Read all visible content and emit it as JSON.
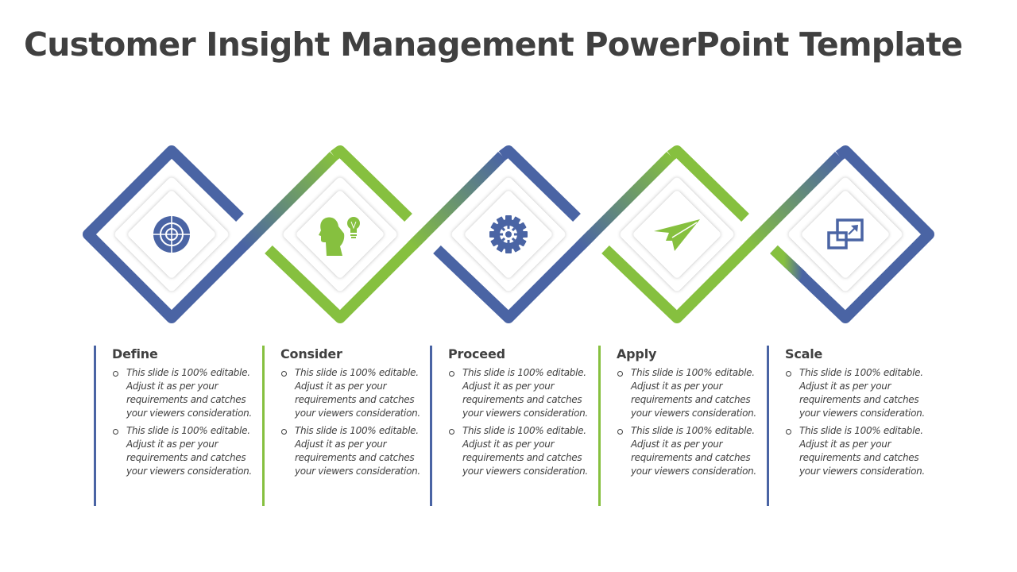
{
  "title": "Customer Insight Management PowerPoint Template",
  "colors": {
    "blue": "#4a64a4",
    "green": "#86c03f",
    "title_text": "#404040",
    "body_text": "#404040"
  },
  "steps": [
    {
      "label": "Define",
      "icon": "target-icon",
      "color": "blue",
      "bullets": [
        "This slide is 100% editable. Adjust it as per your requirements and catches your viewers consideration.",
        "This slide is 100% editable. Adjust it as per your requirements and catches your viewers consideration."
      ]
    },
    {
      "label": "Consider",
      "icon": "head-lightbulb-icon",
      "color": "green",
      "bullets": [
        "This slide is 100% editable. Adjust it as per your requirements and catches your viewers consideration.",
        "This slide is 100% editable. Adjust it as per your requirements and catches your viewers consideration."
      ]
    },
    {
      "label": "Proceed",
      "icon": "gear-icon",
      "color": "blue",
      "bullets": [
        "This slide is 100% editable. Adjust it as per your requirements and catches your viewers consideration.",
        "This slide is 100% editable. Adjust it as per your requirements and catches your viewers consideration."
      ]
    },
    {
      "label": "Apply",
      "icon": "paper-plane-icon",
      "color": "green",
      "bullets": [
        "This slide is 100% editable. Adjust it as per your requirements and catches your viewers consideration.",
        "This slide is 100% editable. Adjust it as per your requirements and catches your viewers consideration."
      ]
    },
    {
      "label": "Scale",
      "icon": "scale-up-window-icon",
      "color": "blue",
      "bullets": [
        "This slide is 100% editable. Adjust it as per your requirements and catches your viewers consideration.",
        "This slide is 100% editable. Adjust it as per your requirements and catches your viewers consideration."
      ]
    }
  ]
}
